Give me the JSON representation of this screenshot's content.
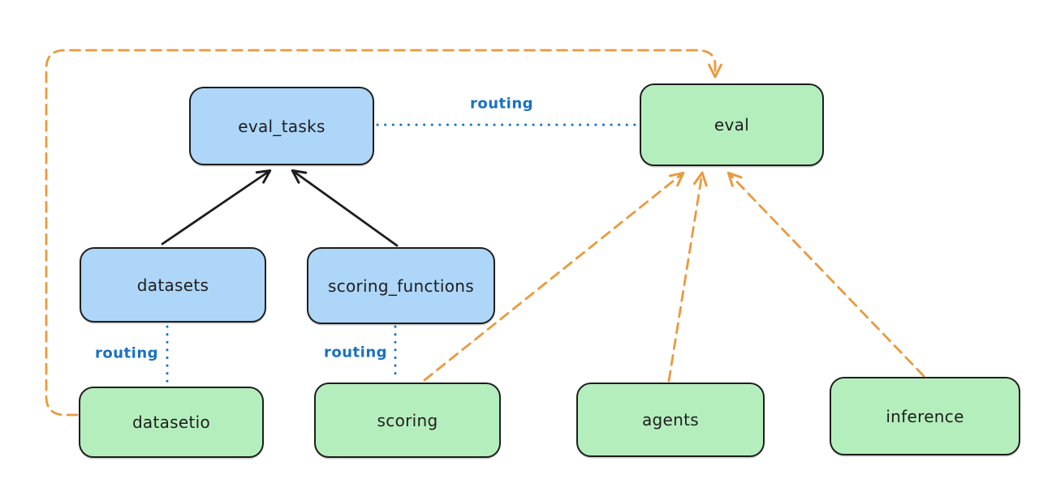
{
  "nodes": {
    "eval_tasks": {
      "label": "eval_tasks",
      "color": "#aed6f8"
    },
    "eval": {
      "label": "eval",
      "color": "#b5eebd"
    },
    "datasets": {
      "label": "datasets",
      "color": "#aed6f8"
    },
    "scoring_functions": {
      "label": "scoring_functions",
      "color": "#aed6f8"
    },
    "datasetio": {
      "label": "datasetio",
      "color": "#b5eebd"
    },
    "scoring": {
      "label": "scoring",
      "color": "#b5eebd"
    },
    "agents": {
      "label": "agents",
      "color": "#b5eebd"
    },
    "inference": {
      "label": "inference",
      "color": "#b5eebd"
    }
  },
  "edge_labels": {
    "eval_tasks_eval": "routing",
    "datasets_datasetio": "routing",
    "scoring_functions_scoring": "routing"
  },
  "edges": [
    {
      "from": "datasets",
      "to": "eval_tasks",
      "style": "solid-arrow"
    },
    {
      "from": "scoring_functions",
      "to": "eval_tasks",
      "style": "solid-arrow"
    },
    {
      "from": "eval_tasks",
      "to": "eval",
      "style": "dotted",
      "label": "routing"
    },
    {
      "from": "datasets",
      "to": "datasetio",
      "style": "dotted",
      "label": "routing"
    },
    {
      "from": "scoring_functions",
      "to": "scoring",
      "style": "dotted",
      "label": "routing"
    },
    {
      "from": "datasetio",
      "to": "eval",
      "style": "dashed-arrow"
    },
    {
      "from": "scoring",
      "to": "eval",
      "style": "dashed-arrow"
    },
    {
      "from": "agents",
      "to": "eval",
      "style": "dashed-arrow"
    },
    {
      "from": "inference",
      "to": "eval",
      "style": "dashed-arrow"
    }
  ],
  "colors": {
    "background": "#ffffff",
    "node_border": "#1e1e1e",
    "node_text": "#1e1e1e",
    "blue_node_fill": "#aed6f8",
    "green_node_fill": "#b5eebd",
    "solid_edge": "#1e1e1e",
    "routing": "#1971c2",
    "provider_edge": "#e99a3e"
  }
}
